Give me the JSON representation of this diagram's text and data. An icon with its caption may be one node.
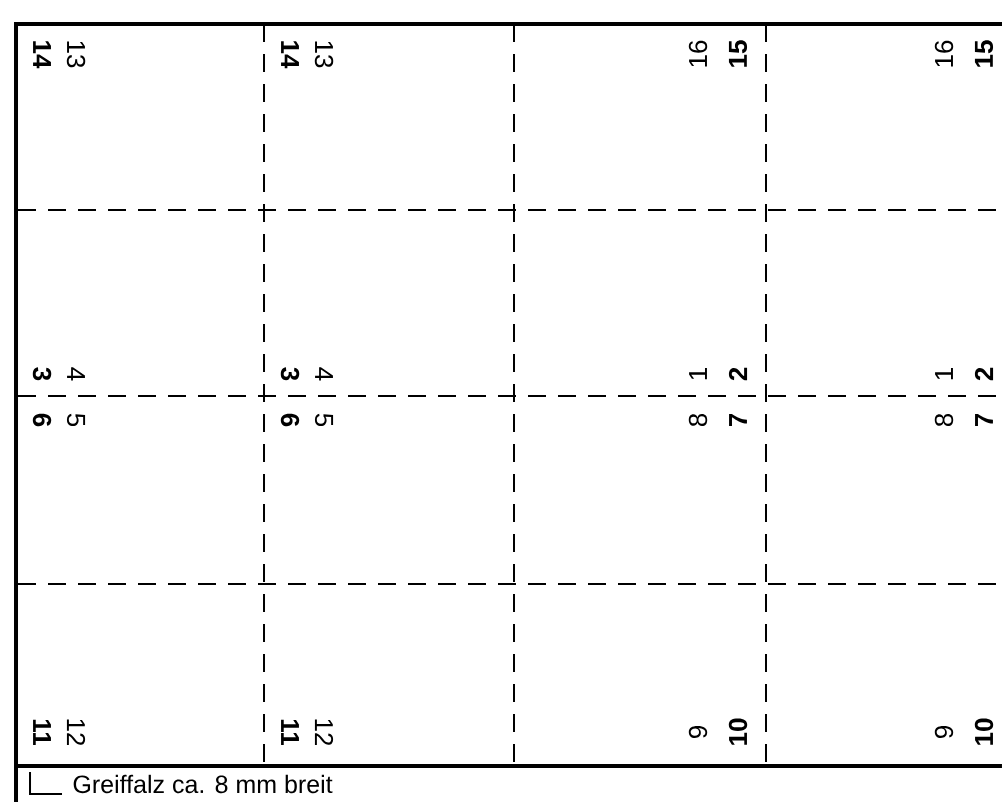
{
  "diagram": {
    "labels": [
      "14",
      "13",
      "14",
      "13",
      "16",
      "15",
      "16",
      "15",
      "3",
      "4",
      "3",
      "4",
      "1",
      "2",
      "1",
      "2",
      "6",
      "5",
      "6",
      "5",
      "8",
      "7",
      "8",
      "7",
      "11",
      "12",
      "11",
      "12",
      "9",
      "10",
      "9",
      "10",
      "Greiffalz ca. 8 mm breit"
    ]
  }
}
